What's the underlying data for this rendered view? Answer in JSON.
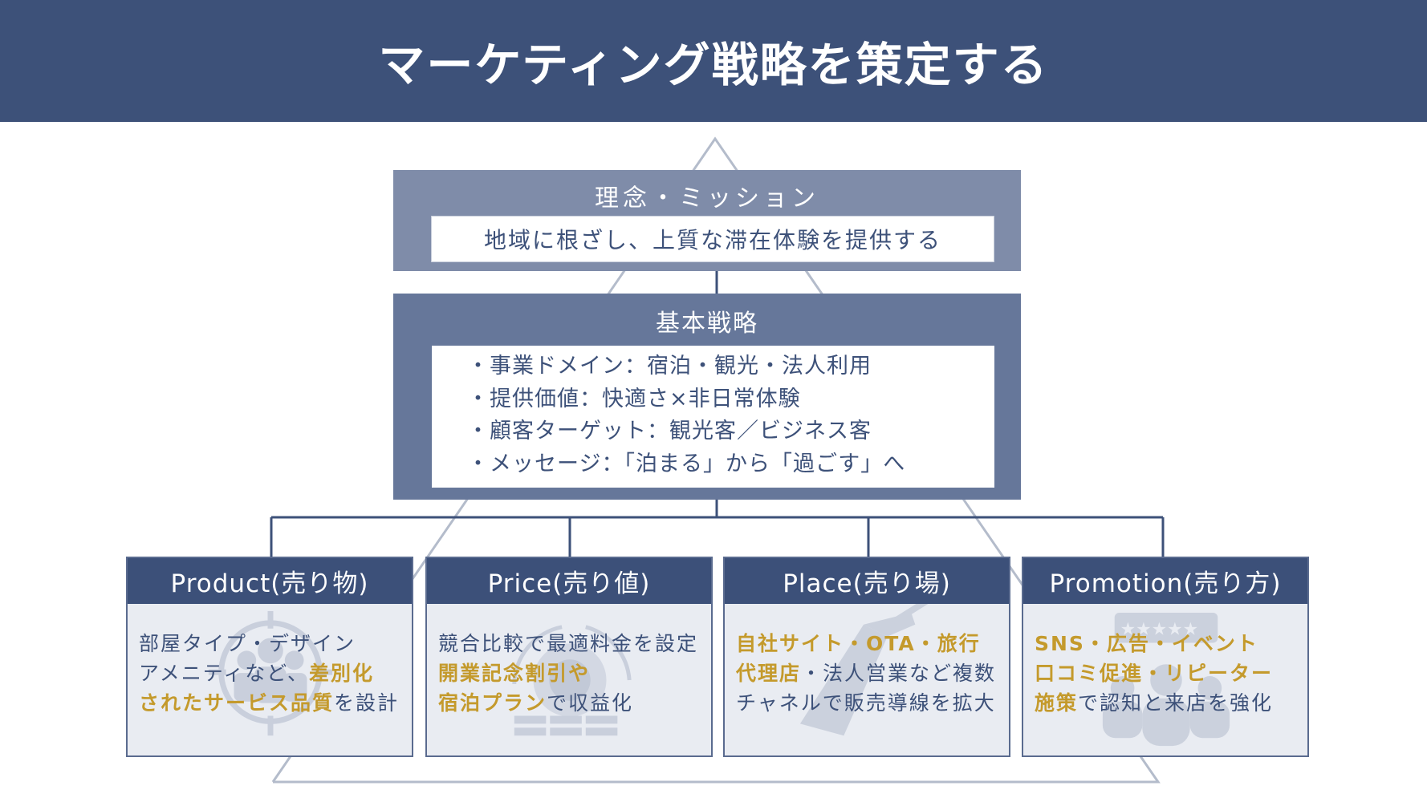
{
  "header": {
    "title": "マーケティング戦略を策定する"
  },
  "colors": {
    "header_bg": "#3d5179",
    "mission_bg": "#7f8ca9",
    "strategy_bg": "#66779a",
    "card_header_bg": "#3c5079",
    "card_body_bg": "#e9ecf2",
    "highlight": "#c49a2c",
    "text": "#3d5179",
    "pyramid_line": "#b4bccb"
  },
  "mission": {
    "title": "理念・ミッション",
    "statement": "地域に根ざし、上質な滞在体験を提供する"
  },
  "strategy": {
    "title": "基本戦略",
    "items": [
      "・事業ドメイン：宿泊・観光・法人利用",
      "・提供価値：快適さ×非日常体験",
      "・顧客ターゲット：観光客／ビジネス客",
      "・メッセージ：「泊まる」から「過ごす」へ"
    ]
  },
  "mix": [
    {
      "title": "Product(売り物)",
      "icon": "target-people-icon",
      "lines": [
        [
          {
            "t": "部屋タイプ・デザイン",
            "hl": false
          }
        ],
        [
          {
            "t": "アメニティなど、",
            "hl": false
          },
          {
            "t": "差別化",
            "hl": true
          }
        ],
        [
          {
            "t": "されたサービス品質",
            "hl": true
          },
          {
            "t": "を設計",
            "hl": false
          }
        ]
      ]
    },
    {
      "title": "Price(売り値)",
      "icon": "price-gear-icon",
      "lines": [
        [
          {
            "t": "競合比較で最適料金を設定",
            "hl": false
          }
        ],
        [
          {
            "t": "開業記念割引や",
            "hl": true
          }
        ],
        [
          {
            "t": "宿泊プラン",
            "hl": true
          },
          {
            "t": "で収益化",
            "hl": false
          }
        ]
      ]
    },
    {
      "title": "Place(売り場)",
      "icon": "megaphone-icon",
      "lines": [
        [
          {
            "t": "自社サイト・OTA・旅行",
            "hl": true
          }
        ],
        [
          {
            "t": "代理店",
            "hl": true
          },
          {
            "t": "・法人営業など複数",
            "hl": false
          }
        ],
        [
          {
            "t": "チャネルで販売導線を拡大",
            "hl": false
          }
        ]
      ]
    },
    {
      "title": "Promotion(売り方)",
      "icon": "review-stars-people-icon",
      "lines": [
        [
          {
            "t": "SNS・広告・イベント",
            "hl": true
          }
        ],
        [
          {
            "t": "口コミ促進・リピーター",
            "hl": true
          }
        ],
        [
          {
            "t": "施策",
            "hl": true
          },
          {
            "t": "で認知と来店を強化",
            "hl": false
          }
        ]
      ]
    }
  ]
}
